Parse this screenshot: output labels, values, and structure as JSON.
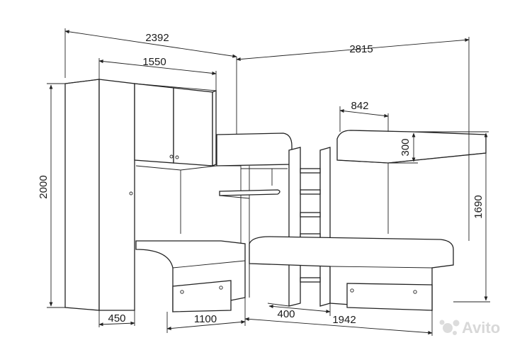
{
  "dimensions": {
    "total_left_width": "2392",
    "wardrobe_top_width": "1550",
    "total_right_width": "2815",
    "upper_bed_width": "842",
    "rail_height": "300",
    "total_height": "2000",
    "bunk_height": "1690",
    "wardrobe_depth": "450",
    "lower_bed_left_length": "1100",
    "ladder_width": "400",
    "lower_bed_right_length": "1942"
  },
  "watermark": {
    "text": "Avito"
  }
}
